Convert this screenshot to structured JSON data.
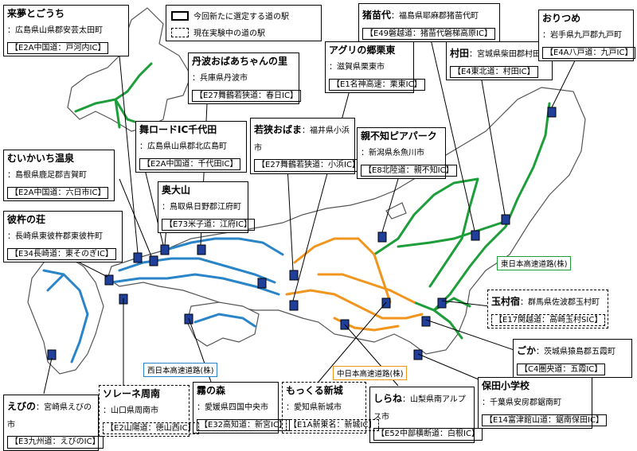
{
  "legend": {
    "new_label": "今回新たに選定する道の駅",
    "trial_label": "現在実験中の道の駅"
  },
  "regions": {
    "east": "東日本高速道路(株)",
    "central": "中日本高速道路(株)",
    "west": "西日本高速道路(株)"
  },
  "colors": {
    "east": "#1e9e3a",
    "central": "#f0961e",
    "west": "#2a84c8",
    "land": "#ffffff",
    "station": "#1f3f9a"
  },
  "stations": [
    {
      "name": "来夢とごうち",
      "addr": "：広島県山県郡安芸太田町",
      "hw": "【E2A中国道：戸河内IC】",
      "status": "new"
    },
    {
      "name": "むいかいち温泉",
      "addr": "：島根県鹿足郡吉賀町",
      "hw": "【E2A中国道：六日市IC】",
      "status": "new"
    },
    {
      "name": "彼杵の荘",
      "addr": "：長崎県東彼杵郡東彼杵町",
      "hw": "【E34長崎道：東そのぎIC】",
      "status": "new"
    },
    {
      "name": "丹波おばあちゃんの里",
      "addr": "：兵庫県丹波市",
      "hw": "【E27舞鶴若狭道：春日IC】",
      "status": "new"
    },
    {
      "name": "舞ロードIC千代田",
      "addr": "：広島県山県郡北広島町",
      "hw": "【E2A中国道：千代田IC】",
      "status": "new"
    },
    {
      "name": "奥大山",
      "addr": "：鳥取県日野郡江府町",
      "hw": "【E73米子道：江府IC】",
      "status": "new"
    },
    {
      "name": "若狭おばま",
      "addr": "：福井県小浜市",
      "hw": "【E27舞鶴若狭道：小浜IC】",
      "status": "new"
    },
    {
      "name": "アグリの郷栗東",
      "addr": "：滋賀県栗東市",
      "hw": "【E1名神高速：栗東IC】",
      "status": "new"
    },
    {
      "name": "親不知ピアパーク",
      "addr": "：新潟県糸魚川市",
      "hw": "【E8北陸道：親不知IC】",
      "status": "new"
    },
    {
      "name": "猪苗代",
      "addr": "：福島県耶麻郡猪苗代町",
      "hw": "【E49磐越道：猪苗代磐梯高原IC】",
      "status": "new"
    },
    {
      "name": "村田",
      "addr": "：宮城県柴田郡村田町",
      "hw": "【E4東北道：村田IC】",
      "status": "new"
    },
    {
      "name": "おりつめ",
      "addr": "：岩手県九戸郡九戸町",
      "hw": "【E4A八戸道：九戸IC】",
      "status": "new"
    },
    {
      "name": "玉村宿",
      "addr": "：群馬県佐波郡玉村町",
      "hw": "【E17関越道：高崎玉村SIC】",
      "status": "trial"
    },
    {
      "name": "ごか",
      "addr": "：茨城県猿島郡五霞町",
      "hw": "【C4圏央道：五霞IC】",
      "status": "new"
    },
    {
      "name": "保田小学校",
      "addr": "：千葉県安房郡鋸南町",
      "hw": "【E14富津館山道：鋸南保田IC】",
      "status": "new"
    },
    {
      "name": "しらね",
      "addr": "：山梨県南アルプス市",
      "hw": "【E52中部横断道：白根IC】",
      "status": "new"
    },
    {
      "name": "もっくる新城",
      "addr": "：愛知県新城市",
      "hw": "【E1A新東名：新城IC】",
      "status": "trial"
    },
    {
      "name": "霧の森",
      "addr": "：愛媛県四国中央市",
      "hw": "【E32高知道：新宮IC】",
      "status": "new"
    },
    {
      "name": "ソレーネ周南",
      "addr": "：山口県周南市",
      "hw": "【E2山陽道：徳山西IC】",
      "status": "trial"
    },
    {
      "name": "えびの",
      "addr": "：宮崎県えびの市",
      "hw": "【E3九州道：えびのIC】",
      "status": "new"
    }
  ]
}
